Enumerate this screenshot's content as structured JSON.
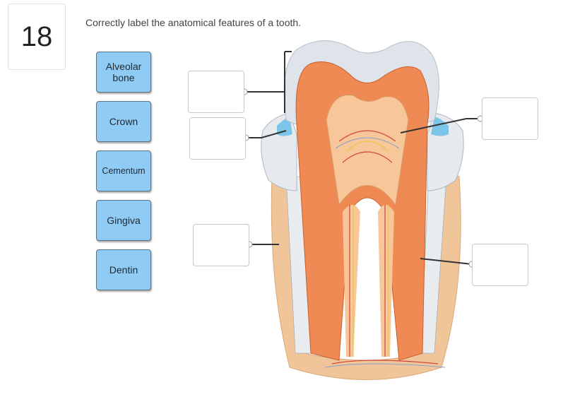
{
  "question": {
    "number": "18",
    "prompt": "Correctly label the anatomical features of a tooth."
  },
  "labels": [
    {
      "id": "alveolar-bone",
      "text": "Alveolar\nbone"
    },
    {
      "id": "crown",
      "text": "Crown"
    },
    {
      "id": "cementum",
      "text": "Cementum"
    },
    {
      "id": "gingiva",
      "text": "Gingiva"
    },
    {
      "id": "dentin",
      "text": "Dentin"
    }
  ],
  "colors": {
    "label_fill": "#8fcbf5",
    "enamel": "#dfe3ea",
    "dentin": "#f08a55",
    "pulp": "#f7c79a",
    "bone": "#f1c59a",
    "gingiva": "#7bc6e8"
  }
}
